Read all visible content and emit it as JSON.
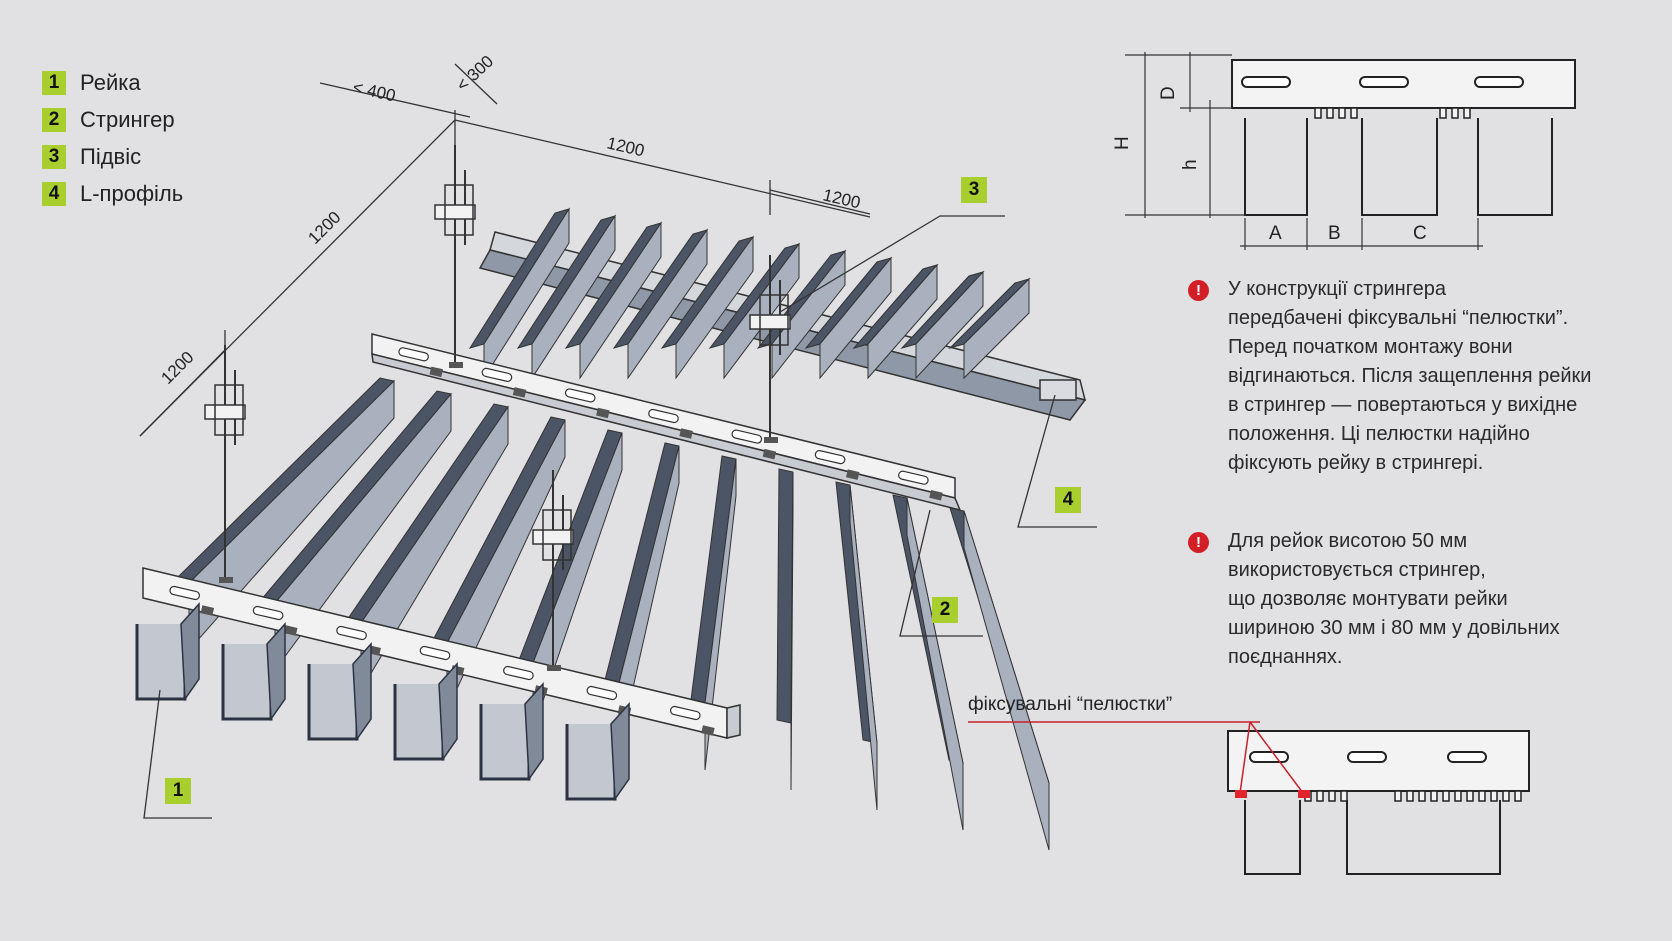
{
  "legend": [
    {
      "num": "1",
      "label": "Рейка"
    },
    {
      "num": "2",
      "label": "Стрингер"
    },
    {
      "num": "3",
      "label": "Підвіс"
    },
    {
      "num": "4",
      "label": "L-профіль"
    }
  ],
  "callouts": {
    "c1": "1",
    "c2": "2",
    "c3": "3",
    "c4": "4"
  },
  "dimensions": {
    "lt400": "< 400",
    "lt300": "< 300",
    "d1200_top": "1200",
    "d1200_right": "1200",
    "d1200_left_upper": "1200",
    "d1200_left_lower": "1200"
  },
  "section": {
    "H": "H",
    "D": "D",
    "h": "h",
    "A": "A",
    "B": "B",
    "C": "C"
  },
  "notes": {
    "note1": "У конструкції стрингера\nпередбачені фіксувальні “пелюстки”.\nПеред початком монтажу вони\nвідгинаються. Після защеплення рейки\nв стрингер — повертаються у вихідне\nположення. Ці пелюстки надійно\nфіксують рейку в стрингері.",
    "note2": "Для рейок висотою 50 мм\nвикористовується стрингер,\nщо дозволяє монтувати рейки\nшириною 30 мм і 80 мм у довільних\nпоєднаннях.",
    "warn_symbol": "!"
  },
  "petals_label": "фіксувальні “пелюстки”",
  "colors": {
    "background": "#e1e1e3",
    "badge": "#a8cf2e",
    "warning": "#d21f26",
    "rail_dark": "#4b5566",
    "rail_face": "#a9b1bf",
    "stringer": "#f1f1f1"
  }
}
